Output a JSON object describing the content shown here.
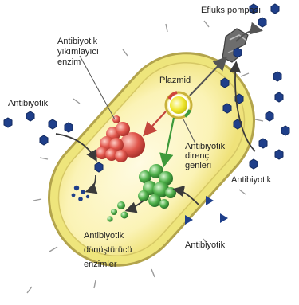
{
  "labels": {
    "efflux_pump": "Efluks pompası",
    "degrading_enzyme_1": "Antibiyotik",
    "degrading_enzyme_2": "yıkımlayıcı",
    "degrading_enzyme_3": "enzim",
    "plasmid": "Plazmid",
    "resistance_genes_1": "Antibiyotik",
    "resistance_genes_2": "direnç",
    "resistance_genes_3": "genleri",
    "antibiotic_left": "Antibiyotik",
    "antibiotic_right": "Antibiyotik",
    "antibiotic_bottom": "Antibiyotik",
    "modifying_enzyme_1": "Antibiyotik",
    "modifying_enzyme_2": "dönüştürücü",
    "modifying_enzyme_3": "enzimler"
  },
  "colors": {
    "cell_outer": "#f4ee86",
    "cell_inner": "#fbf6c8",
    "cell_border": "#b7a64e",
    "antibiotic": "#1f3f8a",
    "degrading_enzyme": "#d9534a",
    "modifying_enzyme": "#4caf50",
    "plasmid": "#e8e21c",
    "pump": "#707070",
    "arrow": "#3a3a3a"
  }
}
